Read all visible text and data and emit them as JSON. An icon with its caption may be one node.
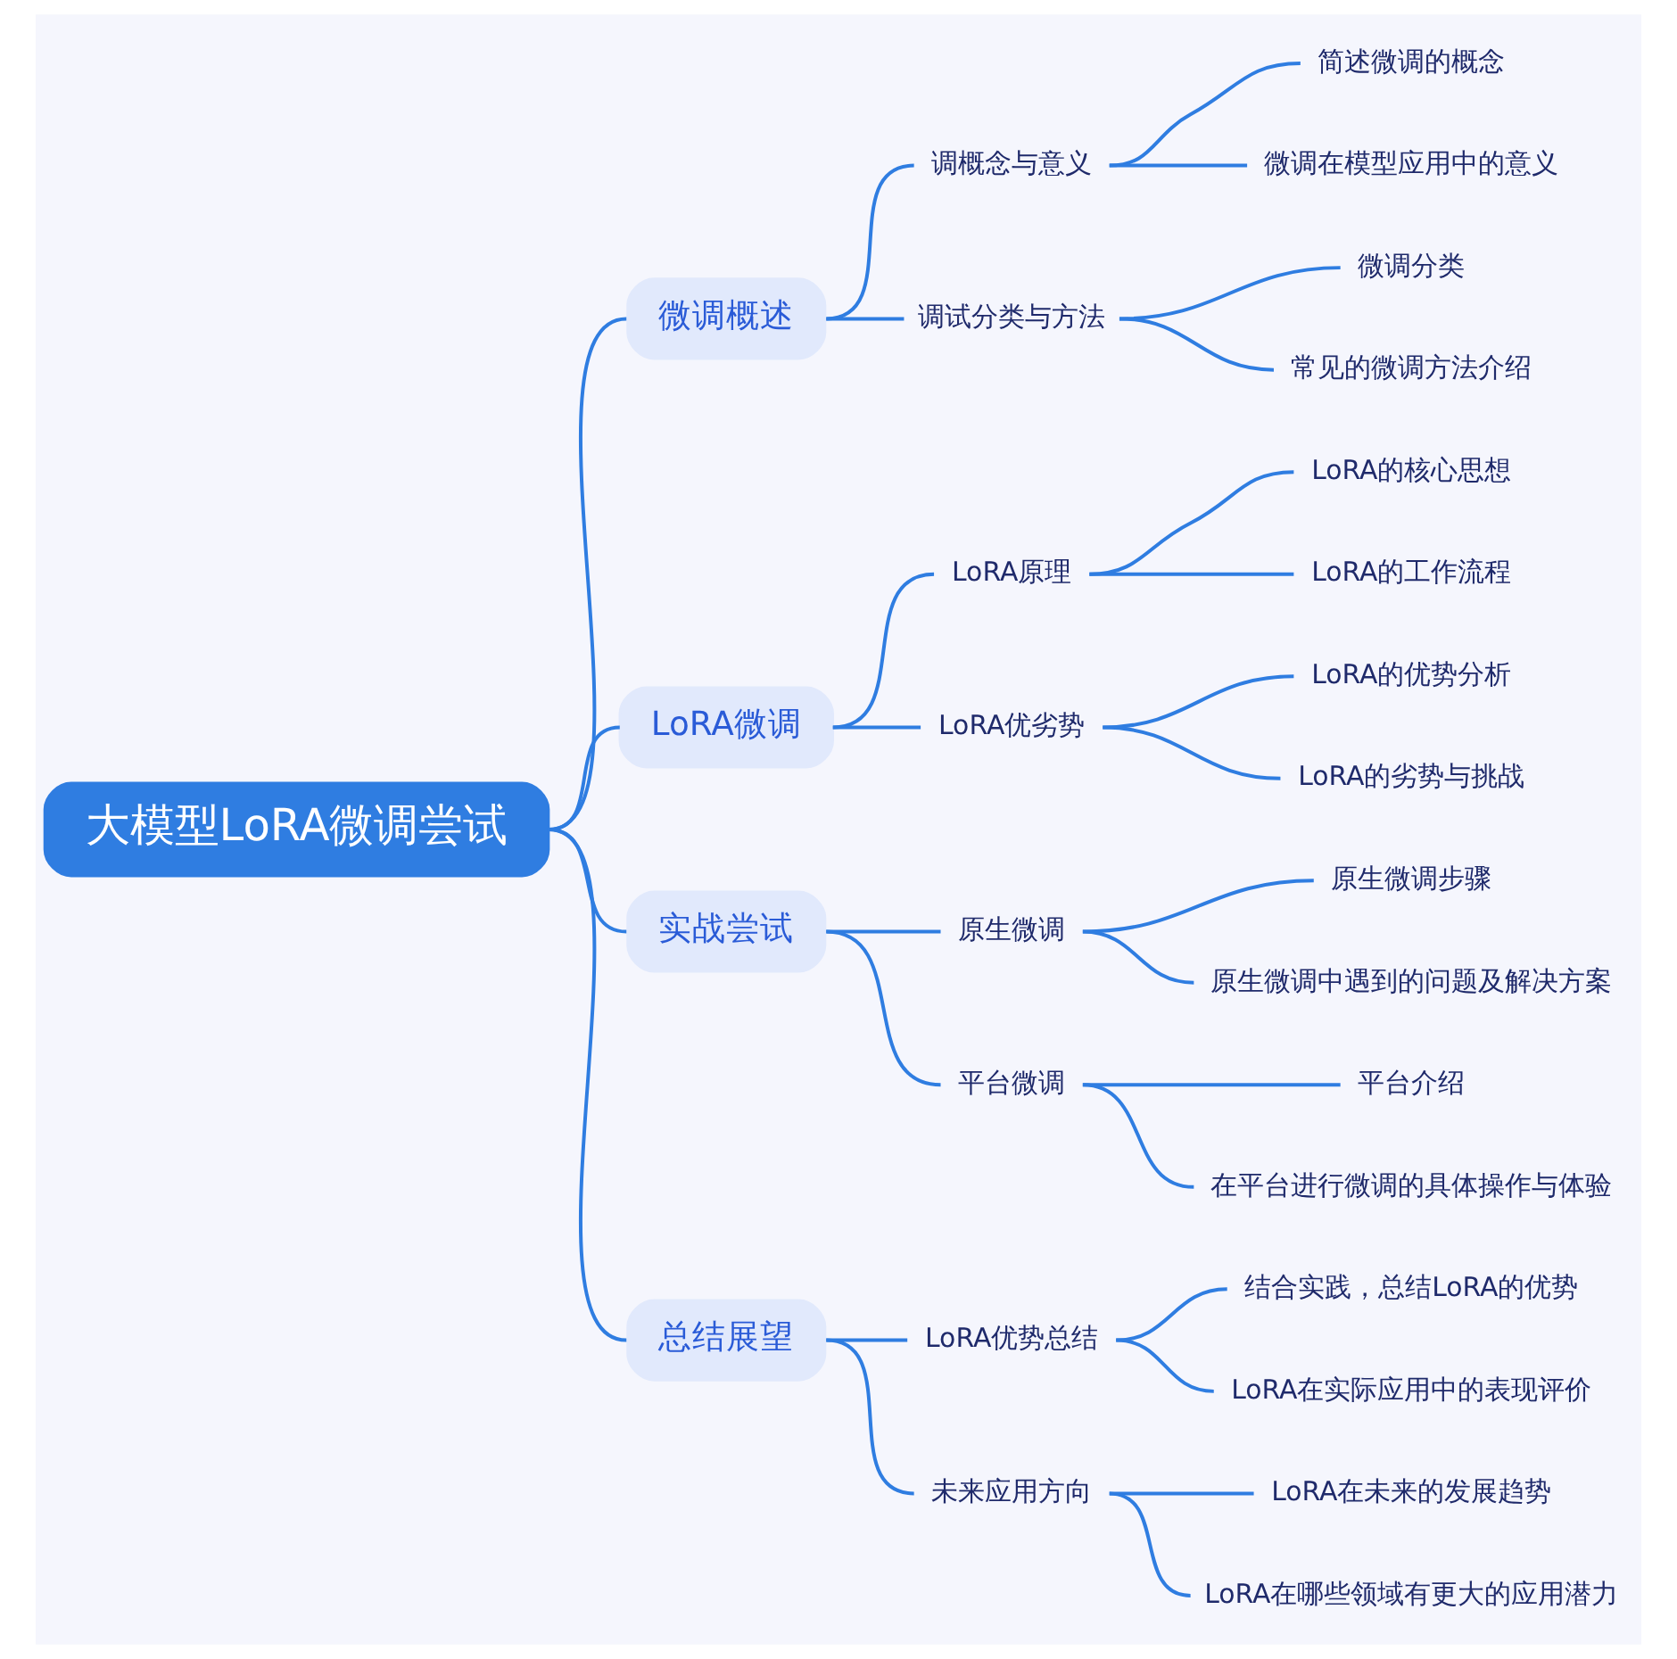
{
  "diagram": {
    "nodes": [
      {
        "text": [
          "大模型LoRA微调尝试"
        ]
      },
      {
        "text": [
          "微调概述"
        ]
      },
      {
        "text": [
          "调概念与意义"
        ]
      },
      {
        "text": [
          "简述微调的概念"
        ]
      },
      {
        "text": [
          "微调在模型应用中的意义"
        ]
      },
      {
        "text": [
          "调试分类与方法"
        ]
      },
      {
        "text": [
          "微调分类"
        ]
      },
      {
        "text": [
          "常见的微调方法介绍"
        ]
      },
      {
        "text": [
          "LoRA微调"
        ]
      },
      {
        "text": [
          "LoRA原理"
        ]
      },
      {
        "text": [
          "LoRA的核心思想"
        ]
      },
      {
        "text": [
          "LoRA的工作流程"
        ]
      },
      {
        "text": [
          "LoRA优劣势"
        ]
      },
      {
        "text": [
          "LoRA的优势分析"
        ]
      },
      {
        "text": [
          "LoRA的劣势与挑战"
        ]
      },
      {
        "text": [
          "实战尝试"
        ]
      },
      {
        "text": [
          "原生微调"
        ]
      },
      {
        "text": [
          "原生微调步骤"
        ]
      },
      {
        "text": [
          "原生微调中遇到的问题及解决方案"
        ]
      },
      {
        "text": [
          "平台微调"
        ]
      },
      {
        "text": [
          "平台介绍"
        ]
      },
      {
        "text": [
          "在平台进行微调的具体操作与体验"
        ]
      },
      {
        "text": [
          "总结展望"
        ]
      },
      {
        "text": [
          "LoRA优势总结"
        ]
      },
      {
        "text": [
          "结合实践，总结LoRA的优势"
        ]
      },
      {
        "text": [
          "LoRA在实际应用中的表现评价"
        ]
      },
      {
        "text": [
          "未来应用方向"
        ]
      },
      {
        "text": [
          "LoRA在未来的发展趋势"
        ]
      },
      {
        "text": [
          "LoRA在哪些领域有更大的应用潜力"
        ]
      }
    ],
    "edges": [
      {
        "from": 0,
        "to": 1,
        "arrow": "none"
      },
      {
        "from": 1,
        "to": 2,
        "arrow": "none"
      },
      {
        "from": 2,
        "to": 3,
        "arrow": "none"
      },
      {
        "from": 2,
        "to": 4,
        "arrow": "none"
      },
      {
        "from": 1,
        "to": 5,
        "arrow": "none"
      },
      {
        "from": 5,
        "to": 6,
        "arrow": "none"
      },
      {
        "from": 5,
        "to": 7,
        "arrow": "none"
      },
      {
        "from": 0,
        "to": 8,
        "arrow": "none"
      },
      {
        "from": 8,
        "to": 9,
        "arrow": "none"
      },
      {
        "from": 9,
        "to": 10,
        "arrow": "none"
      },
      {
        "from": 9,
        "to": 11,
        "arrow": "none"
      },
      {
        "from": 8,
        "to": 12,
        "arrow": "none"
      },
      {
        "from": 12,
        "to": 13,
        "arrow": "none"
      },
      {
        "from": 12,
        "to": 14,
        "arrow": "none"
      },
      {
        "from": 0,
        "to": 15,
        "arrow": "none"
      },
      {
        "from": 15,
        "to": 16,
        "arrow": "none"
      },
      {
        "from": 16,
        "to": 17,
        "arrow": "none"
      },
      {
        "from": 16,
        "to": 18,
        "arrow": "none"
      },
      {
        "from": 15,
        "to": 19,
        "arrow": "none"
      },
      {
        "from": 19,
        "to": 20,
        "arrow": "none"
      },
      {
        "from": 19,
        "to": 21,
        "arrow": "none"
      },
      {
        "from": 0,
        "to": 22,
        "arrow": "none"
      },
      {
        "from": 22,
        "to": 23,
        "arrow": "none"
      },
      {
        "from": 23,
        "to": 24,
        "arrow": "none"
      },
      {
        "from": 23,
        "to": 25,
        "arrow": "none"
      },
      {
        "from": 22,
        "to": 26,
        "arrow": "none"
      },
      {
        "from": 26,
        "to": 27,
        "arrow": "none"
      },
      {
        "from": 26,
        "to": 28,
        "arrow": "none"
      }
    ]
  }
}
